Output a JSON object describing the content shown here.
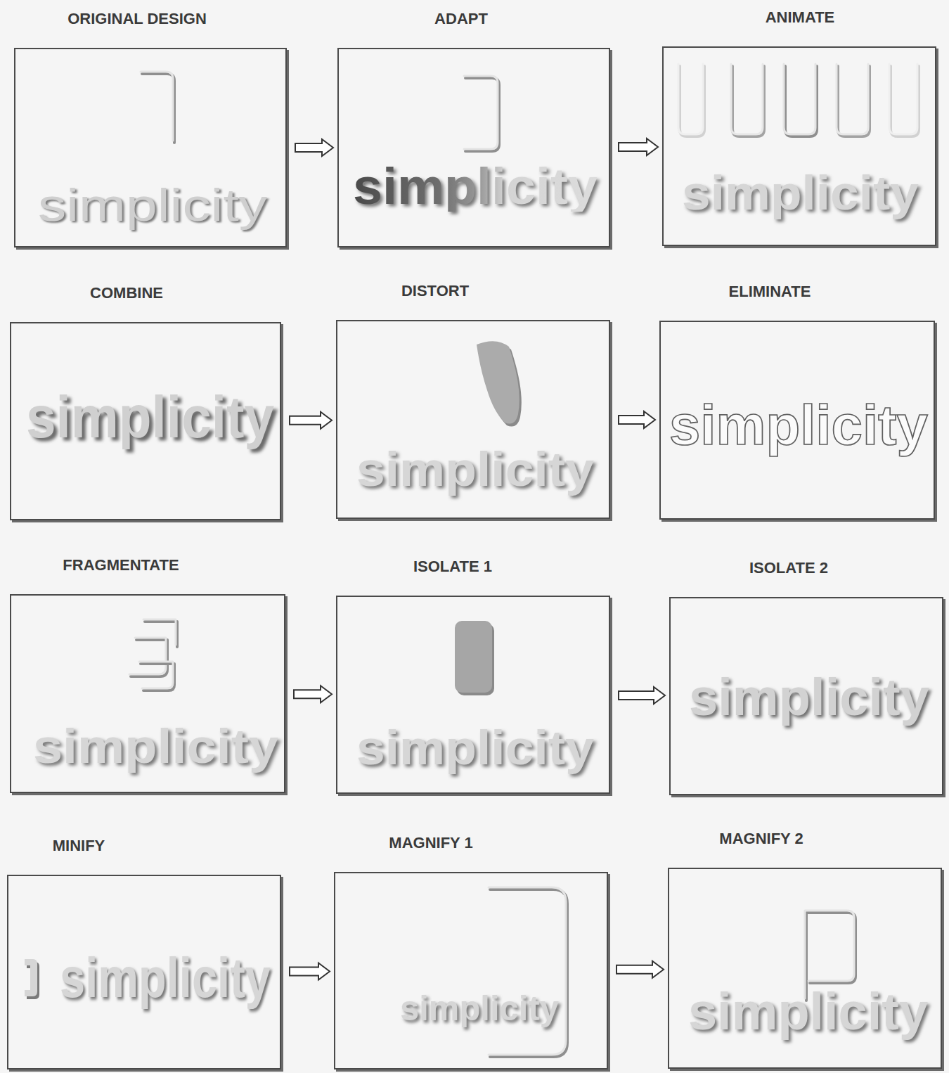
{
  "diagram": {
    "nodes": [
      {
        "text": [
          "ORIGINAL DESIGN",
          "simplicity"
        ]
      },
      {
        "text": [
          "ADAPT",
          "simplicity"
        ]
      },
      {
        "text": [
          "ANIMATE",
          "simplicity"
        ]
      },
      {
        "text": [
          "COMBINE",
          "simplicity"
        ]
      },
      {
        "text": [
          "DISTORT",
          "simplicity"
        ]
      },
      {
        "text": [
          "ELIMINATE",
          "simplicity"
        ]
      },
      {
        "text": [
          "FRAGMENTATE",
          "simplicity"
        ]
      },
      {
        "text": [
          "ISOLATE 1",
          "simplicity"
        ]
      },
      {
        "text": [
          "ISOLATE 2",
          "simplicity"
        ]
      },
      {
        "text": [
          "MINIFY",
          "simplicity"
        ]
      },
      {
        "text": [
          "MAGNIFY 1",
          "simplicity"
        ]
      },
      {
        "text": [
          "MAGNIFY 2",
          "simplicity"
        ]
      }
    ],
    "edges": [
      {
        "from": 0,
        "to": 1,
        "arrow": "to"
      },
      {
        "from": 1,
        "to": 2,
        "arrow": "to"
      },
      {
        "from": 3,
        "to": 4,
        "arrow": "to"
      },
      {
        "from": 4,
        "to": 5,
        "arrow": "to"
      },
      {
        "from": 6,
        "to": 7,
        "arrow": "to"
      },
      {
        "from": 7,
        "to": 8,
        "arrow": "to"
      },
      {
        "from": 9,
        "to": 10,
        "arrow": "to"
      },
      {
        "from": 10,
        "to": 11,
        "arrow": "to"
      }
    ]
  }
}
